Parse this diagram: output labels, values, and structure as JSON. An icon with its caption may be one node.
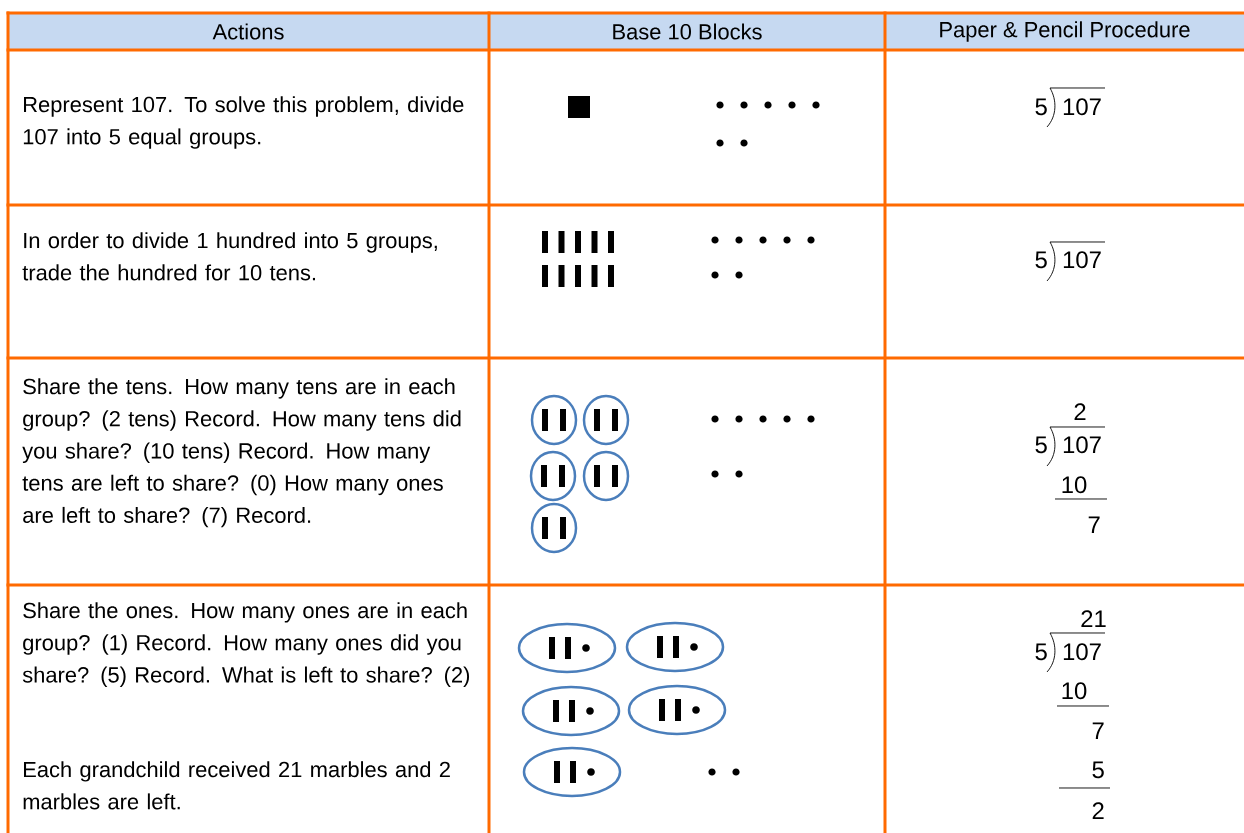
{
  "diagram": {
    "labels": [
      "Actions",
      "Base 10 Blocks",
      "Paper & Pencil Procedure",
      "Represent 107. To solve this problem, divide 107 into 5 equal groups.",
      "5",
      "107",
      "In order to divide 1 hundred into 5 groups, trade the hundred for 10 tens.",
      "5",
      "107",
      "Share the tens. How many tens are in each group? (2 tens) Record. How many tens did you share? (10 tens) Record. How many tens are left to share? (0) How many ones are left to share? (7) Record.",
      "2",
      "5",
      "107",
      "10",
      "7",
      "Share the ones. How many ones are in each group? (1) Record. How many ones did you share? (5) Record. What is left to share? (2)",
      "Each grandchild received 21 marbles and 2 marbles are left.",
      "21",
      "5",
      "107",
      "10",
      "7",
      "5",
      "2"
    ]
  }
}
